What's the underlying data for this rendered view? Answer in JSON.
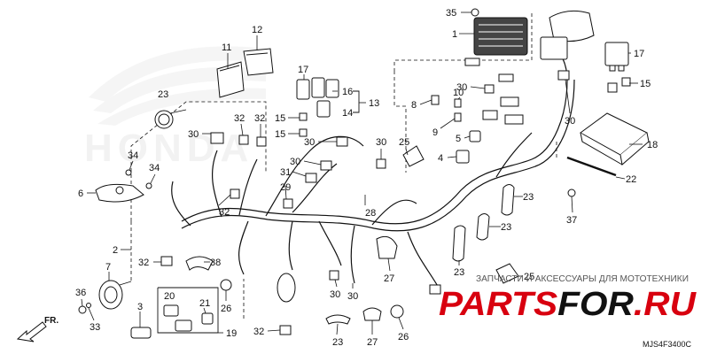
{
  "diagram": {
    "callouts": [
      {
        "id": "c35",
        "label": "35"
      },
      {
        "id": "c1",
        "label": "1"
      },
      {
        "id": "c12",
        "label": "12"
      },
      {
        "id": "c11",
        "label": "11"
      },
      {
        "id": "c17a",
        "label": "17"
      },
      {
        "id": "c17b",
        "label": "17"
      },
      {
        "id": "c16",
        "label": "16"
      },
      {
        "id": "c13",
        "label": "13"
      },
      {
        "id": "c14",
        "label": "14"
      },
      {
        "id": "c15a",
        "label": "15"
      },
      {
        "id": "c15b",
        "label": "15"
      },
      {
        "id": "c15c",
        "label": "15"
      },
      {
        "id": "c23a",
        "label": "23"
      },
      {
        "id": "c30a",
        "label": "30"
      },
      {
        "id": "c32a",
        "label": "32"
      },
      {
        "id": "c32b",
        "label": "32"
      },
      {
        "id": "c8",
        "label": "8"
      },
      {
        "id": "c10",
        "label": "10"
      },
      {
        "id": "c30b",
        "label": "30"
      },
      {
        "id": "c9",
        "label": "9"
      },
      {
        "id": "c30c",
        "label": "30"
      },
      {
        "id": "c18",
        "label": "18"
      },
      {
        "id": "c34a",
        "label": "34"
      },
      {
        "id": "c34b",
        "label": "34"
      },
      {
        "id": "c30d",
        "label": "30"
      },
      {
        "id": "c30e",
        "label": "30"
      },
      {
        "id": "c31",
        "label": "31"
      },
      {
        "id": "c30f",
        "label": "30"
      },
      {
        "id": "c25a",
        "label": "25"
      },
      {
        "id": "c5",
        "label": "5"
      },
      {
        "id": "c4",
        "label": "4"
      },
      {
        "id": "c6",
        "label": "6"
      },
      {
        "id": "c29",
        "label": "29"
      },
      {
        "id": "c32c",
        "label": "32"
      },
      {
        "id": "c28",
        "label": "28"
      },
      {
        "id": "c23b",
        "label": "23"
      },
      {
        "id": "c22",
        "label": "22"
      },
      {
        "id": "c37",
        "label": "37"
      },
      {
        "id": "c2",
        "label": "2"
      },
      {
        "id": "c23c",
        "label": "23"
      },
      {
        "id": "c32d",
        "label": "32"
      },
      {
        "id": "c38",
        "label": "38"
      },
      {
        "id": "c7",
        "label": "7"
      },
      {
        "id": "c23d",
        "label": "23"
      },
      {
        "id": "c25b",
        "label": "25"
      },
      {
        "id": "c30g",
        "label": "30"
      },
      {
        "id": "c27a",
        "label": "27"
      },
      {
        "id": "c36",
        "label": "36"
      },
      {
        "id": "c20",
        "label": "20"
      },
      {
        "id": "c26a",
        "label": "26"
      },
      {
        "id": "c21",
        "label": "21"
      },
      {
        "id": "c30h",
        "label": "30"
      },
      {
        "id": "c3",
        "label": "3"
      },
      {
        "id": "c33",
        "label": "33"
      },
      {
        "id": "c19",
        "label": "19"
      },
      {
        "id": "c32e",
        "label": "32"
      },
      {
        "id": "c23e",
        "label": "23"
      },
      {
        "id": "c27b",
        "label": "27"
      },
      {
        "id": "c26b",
        "label": "26"
      }
    ],
    "diagram_code": "MJS4F3400C",
    "direction_label": "FR.",
    "watermark_brand": "HONDA"
  },
  "watermark": {
    "banner": "ЗАПЧАСТИ И АКСЕССУАРЫ ДЛЯ МОТОТЕХНИКИ",
    "brand_part1": "PARTS",
    "brand_part2": "FOR",
    "brand_part3": ".RU"
  },
  "colors": {
    "ink": "#111111",
    "brand_red": "#d8000f",
    "background": "#ffffff"
  }
}
